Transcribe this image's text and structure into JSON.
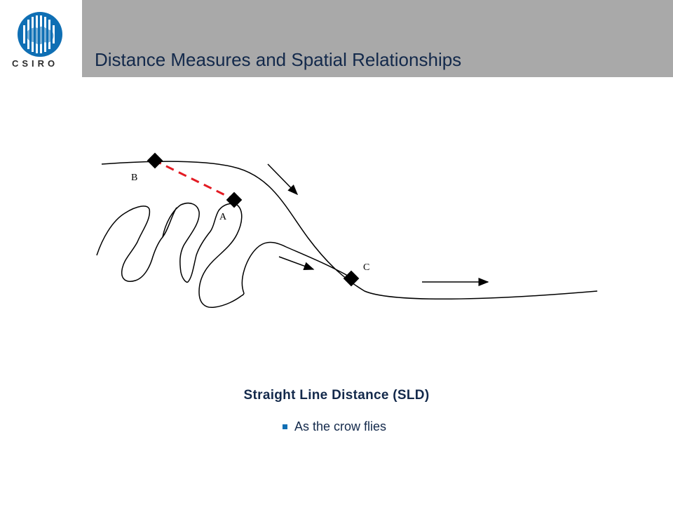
{
  "header": {
    "logo_text": "CSIRO",
    "title": "Distance Measures and Spatial Relationships"
  },
  "diagram": {
    "labels": {
      "a": "A",
      "b": "B",
      "c": "C"
    }
  },
  "content": {
    "heading": "Straight Line Distance (SLD)",
    "bullet": "As the crow flies"
  },
  "colors": {
    "title_bar": "#a9a9a9",
    "title_text": "#13294b",
    "logo_blue": "#0f6fb4",
    "distance_line": "#e31b23"
  }
}
